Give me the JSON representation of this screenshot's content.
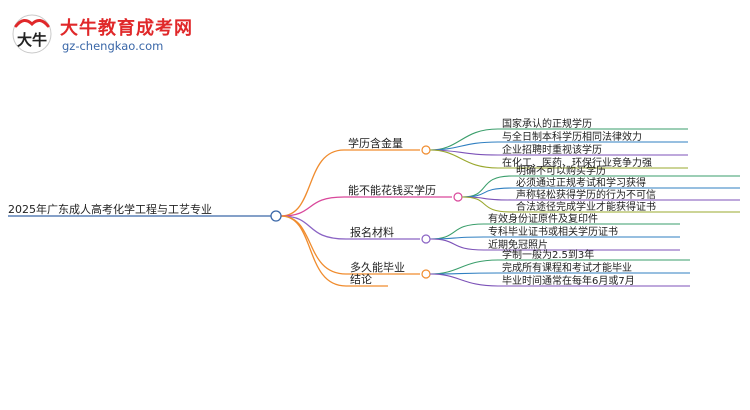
{
  "brand": {
    "name": "大牛教育成考网",
    "url": "gz-chengkao.com",
    "mark_text": "大牛"
  },
  "mindmap": {
    "root": "2025年广东成人高考化学工程与工艺专业",
    "branches": [
      {
        "label": "学历含金量",
        "color": "#f08c2e",
        "children": [
          "国家承认的正规学历",
          "与全日制本科学历相同法律效力",
          "企业招聘时重视该学历",
          "在化工、医药、环保行业竞争力强"
        ]
      },
      {
        "label": "能不能花钱买学历",
        "color": "#d9489b",
        "children": [
          "明确不可以购买学历",
          "必须通过正规考试和学习获得",
          "声称轻松获得学历的行为不可信",
          "合法途径完成学业才能获得证书"
        ]
      },
      {
        "label": "报名材料",
        "color": "#8a63c4",
        "children": [
          "有效身份证原件及复印件",
          "专科毕业证书或相关学历证书",
          "近期免冠照片"
        ]
      },
      {
        "label": "多久能毕业",
        "color": "#f08c2e",
        "children": [
          "学制一般为2.5到3年",
          "完成所有课程和考试才能毕业",
          "毕业时间通常在每年6月或7月"
        ]
      },
      {
        "label": "结论",
        "color": "#f08c2e",
        "children": []
      }
    ]
  }
}
